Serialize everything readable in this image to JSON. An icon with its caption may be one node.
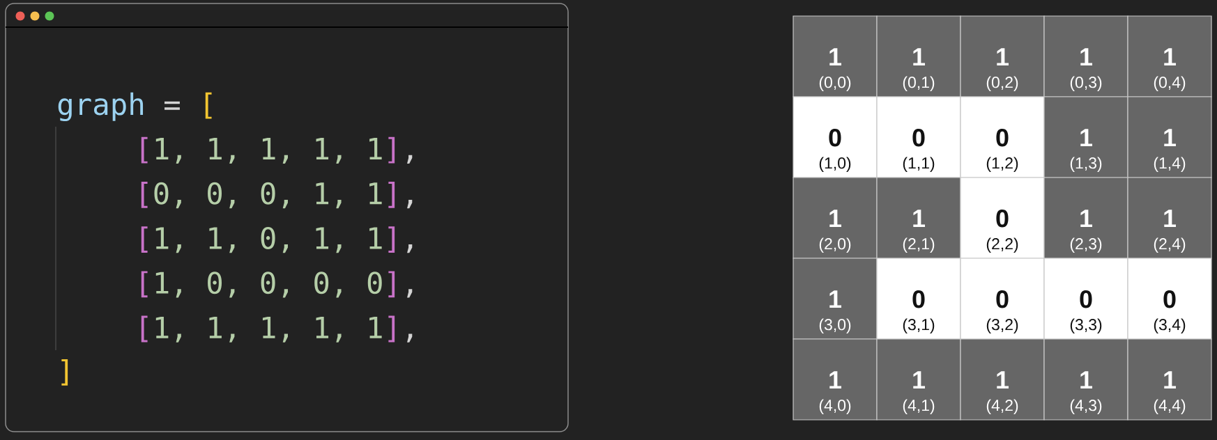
{
  "diagram": {
    "nodes": [
      {
        "text": [
          "1",
          "(0,0)"
        ]
      },
      {
        "text": [
          "1",
          "(0,1)"
        ]
      },
      {
        "text": [
          "1",
          "(0,2)"
        ]
      },
      {
        "text": [
          "1",
          "(0,3)"
        ]
      },
      {
        "text": [
          "1",
          "(0,4)"
        ]
      },
      {
        "text": [
          "0",
          "(1,0)"
        ]
      },
      {
        "text": [
          "0",
          "(1,1)"
        ]
      },
      {
        "text": [
          "0",
          "(1,2)"
        ]
      },
      {
        "text": [
          "1",
          "(1,3)"
        ]
      },
      {
        "text": [
          "1",
          "(1,4)"
        ]
      },
      {
        "text": [
          "1",
          "(2,0)"
        ]
      },
      {
        "text": [
          "1",
          "(2,1)"
        ]
      },
      {
        "text": [
          "0",
          "(2,2)"
        ]
      },
      {
        "text": [
          "1",
          "(2,3)"
        ]
      },
      {
        "text": [
          "1",
          "(2,4)"
        ]
      },
      {
        "text": [
          "1",
          "(3,0)"
        ]
      },
      {
        "text": [
          "0",
          "(3,1)"
        ]
      },
      {
        "text": [
          "0",
          "(3,2)"
        ]
      },
      {
        "text": [
          "0",
          "(3,3)"
        ]
      },
      {
        "text": [
          "0",
          "(3,4)"
        ]
      },
      {
        "text": [
          "1",
          "(4,0)"
        ]
      },
      {
        "text": [
          "1",
          "(4,1)"
        ]
      },
      {
        "text": [
          "1",
          "(4,2)"
        ]
      },
      {
        "text": [
          "1",
          "(4,3)"
        ]
      },
      {
        "text": [
          "1",
          "(4,4)"
        ]
      }
    ],
    "labels": [
      "graph",
      "=",
      "[",
      "[",
      "1, 1, 1, 1, 1",
      "]",
      ",",
      "[",
      "0, 0, 0, 1, 1",
      "]",
      ",",
      "[",
      "1, 1, 0, 1, 1",
      "]",
      ",",
      "[",
      "1, 0, 0, 0, 0",
      "]",
      ",",
      "[",
      "1, 1, 1, 1, 1",
      "]",
      ",",
      "]"
    ]
  }
}
